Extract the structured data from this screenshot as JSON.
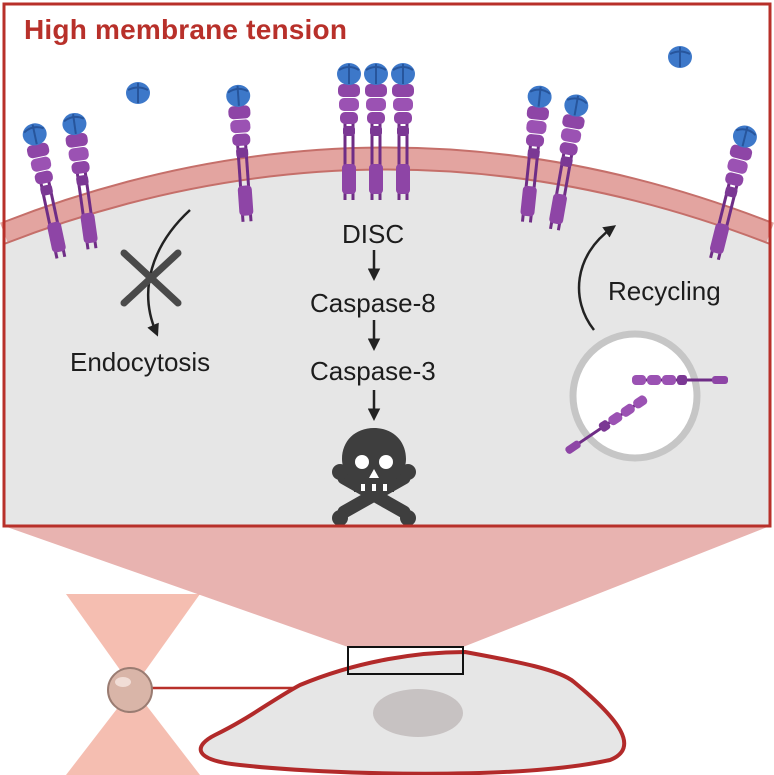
{
  "title": "High membrane tension",
  "labels": {
    "disc": "DISC",
    "caspase8": "Caspase-8",
    "caspase3": "Caspase-3",
    "endocytosis": "Endocytosis",
    "recycling": "Recycling"
  },
  "colors": {
    "frame": "#b8302a",
    "membrane": "#e3a4a0",
    "cytoplasm": "#e6e6e6",
    "zoom_cone": "#e8b3b0",
    "receptor_purple": "#8e45a6",
    "ligand_blue": "#3d78c9",
    "bead": "#d9b5a8",
    "laser": "#ef8f7d"
  },
  "icons": {
    "blocked": "cross-icon",
    "death": "skull-crossbones-icon",
    "flow": "arrow-down-icon"
  }
}
